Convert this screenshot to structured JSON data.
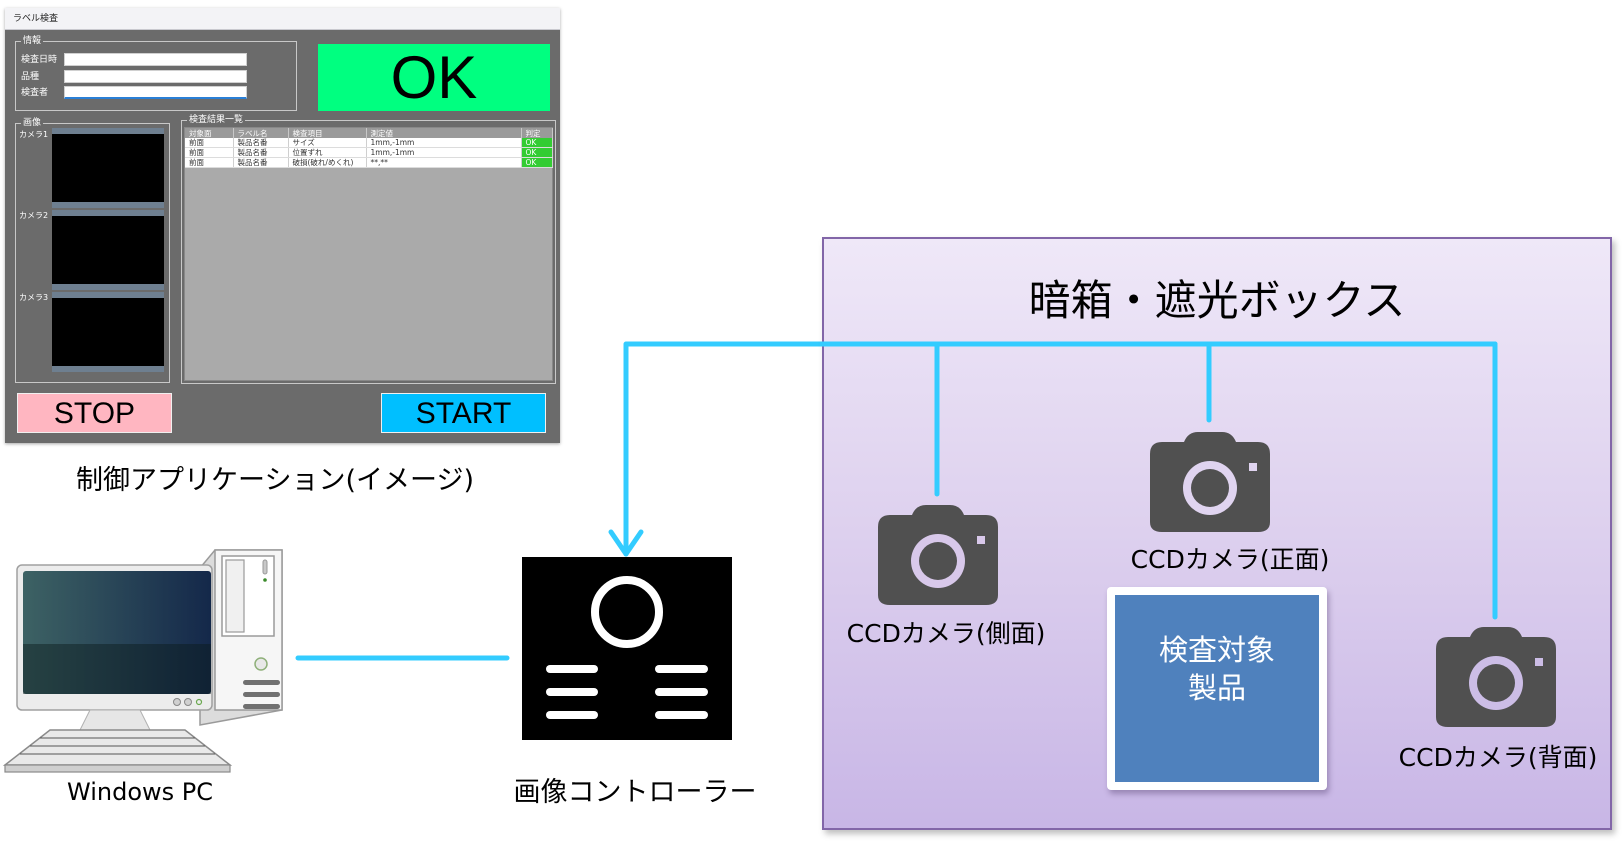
{
  "app": {
    "window_title": "ラベル検査",
    "info_group": {
      "legend": "情報",
      "fields": [
        {
          "label": "検査日時",
          "value": ""
        },
        {
          "label": "品種",
          "value": ""
        },
        {
          "label": "検査者",
          "value": ""
        }
      ]
    },
    "status_indicator": {
      "text": "OK",
      "color": "#00ff80"
    },
    "image_group": {
      "legend": "画像",
      "cameras": [
        {
          "label": "カメラ1"
        },
        {
          "label": "カメラ2"
        },
        {
          "label": "カメラ3"
        }
      ]
    },
    "results_group": {
      "legend": "検査結果一覧",
      "columns": [
        "対象面",
        "ラベル名",
        "検査項目",
        "測定値",
        "判定"
      ],
      "rows": [
        [
          "前面",
          "製品名番",
          "サイズ",
          "1mm,-1mm",
          "OK"
        ],
        [
          "前面",
          "製品名番",
          "位置ずれ",
          "1mm,-1mm",
          "OK"
        ],
        [
          "前面",
          "製品名番",
          "破損(破れ/めくれ)",
          "**,**",
          "OK"
        ]
      ]
    },
    "buttons": {
      "stop": {
        "label": "STOP",
        "color": "#ffb6c1"
      },
      "start": {
        "label": "START",
        "color": "#00bfff"
      }
    }
  },
  "diagram": {
    "app_caption": "制御アプリケーション(イメージ)",
    "pc_caption": "Windows PC",
    "controller_caption": "画像コントローラー",
    "dark_box": {
      "title": "暗箱・遮光ボックス",
      "fill_color": "#ddd0ee",
      "border_color": "#8266a8"
    },
    "cameras": [
      {
        "label": "CCDカメラ(側面)"
      },
      {
        "label": "CCDカメラ(正面)"
      },
      {
        "label": "CCDカメラ(背面)"
      }
    ],
    "product": {
      "line1": "検査対象",
      "line2": "製品",
      "color": "#4f81bd"
    },
    "connector_color": "#33ccff"
  }
}
